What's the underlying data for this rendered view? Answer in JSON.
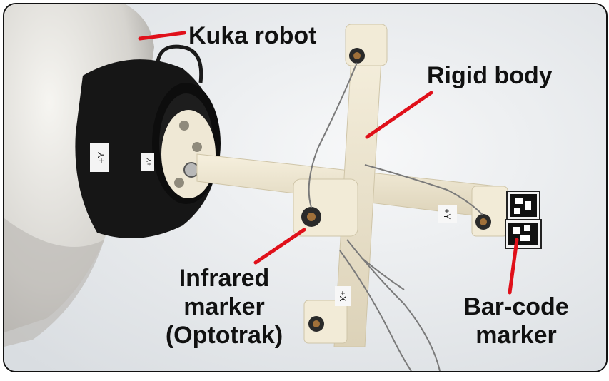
{
  "image": {
    "description": "Photo of a rigid-body calibration target mounted on a robot flange",
    "colors": {
      "background": "#eef0f2",
      "robot_shell": "#e9e8e3",
      "flange": "#141414",
      "part": "#ece4cf",
      "pointer": "#e0101a",
      "text": "#111111"
    }
  },
  "labels": {
    "kuka": "Kuka robot",
    "rigid": "Rigid body",
    "infrared_1": "Infrared",
    "infrared_2": "marker",
    "infrared_3": "(Optotrak)",
    "barcode_1": "Bar-code",
    "barcode_2": "marker"
  },
  "stickers": {
    "flange_outer": "+Y",
    "flange_inner": "+Y",
    "arm_right": "+Y",
    "arm_bottom": "+X"
  }
}
